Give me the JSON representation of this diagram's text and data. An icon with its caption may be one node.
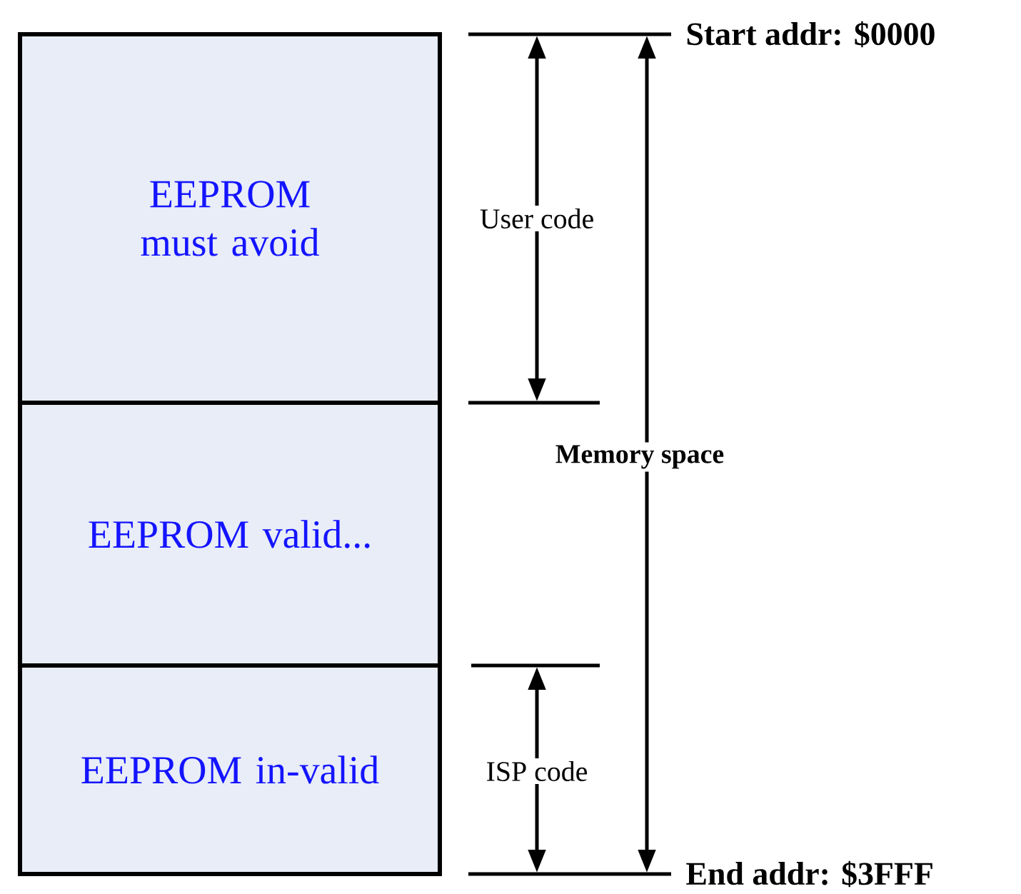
{
  "diagram": {
    "nodes": [
      {
        "text": [
          "EEPROM must avoid"
        ]
      },
      {
        "text": [
          "EEPROM valid..."
        ]
      },
      {
        "text": [
          "EEPROM in-valid"
        ]
      }
    ],
    "labels": [
      "Start addr: $0000",
      "User code",
      "Memory space",
      "ISP code",
      "End addr: $3FFF"
    ]
  }
}
